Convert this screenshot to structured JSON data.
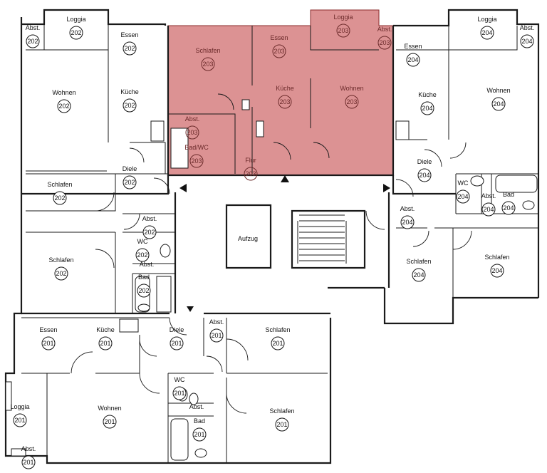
{
  "highlight_color": "#c0393b",
  "units": [
    {
      "id": "u202",
      "rooms": [
        {
          "key": "loggia202",
          "label": "Loggia",
          "num": "202"
        },
        {
          "key": "abst202a",
          "label": "Abst.",
          "num": "202"
        },
        {
          "key": "essen202",
          "label": "Essen",
          "num": "202"
        },
        {
          "key": "wohnen202",
          "label": "Wohnen",
          "num": "202"
        },
        {
          "key": "kueche202",
          "label": "Küche",
          "num": "202"
        },
        {
          "key": "diele202",
          "label": "Diele",
          "num": "202"
        },
        {
          "key": "schlafen202a",
          "label": "Schlafen",
          "num": "202"
        },
        {
          "key": "abst202b",
          "label": "Abst.",
          "num": "202"
        },
        {
          "key": "wc202",
          "label": "WC",
          "num": "202"
        },
        {
          "key": "schlafen202b",
          "label": "Schlafen",
          "num": "202"
        },
        {
          "key": "abst202c",
          "label": "Abst.",
          "num": ""
        },
        {
          "key": "bad202",
          "label": "Bad",
          "num": "202"
        }
      ]
    },
    {
      "id": "u203",
      "highlighted": true,
      "rooms": [
        {
          "key": "schlafen203",
          "label": "Schlafen",
          "num": "203"
        },
        {
          "key": "essen203",
          "label": "Essen",
          "num": "203"
        },
        {
          "key": "loggia203",
          "label": "Loggia",
          "num": "203"
        },
        {
          "key": "abst203a",
          "label": "Abst.",
          "num": "203"
        },
        {
          "key": "kueche203",
          "label": "Küche",
          "num": "203"
        },
        {
          "key": "wohnen203",
          "label": "Wohnen",
          "num": "203"
        },
        {
          "key": "abst203b",
          "label": "Abst.",
          "num": "203"
        },
        {
          "key": "badwc203",
          "label": "Bad/WC",
          "num": "203"
        },
        {
          "key": "flur203",
          "label": "Flur",
          "num": "203"
        }
      ]
    },
    {
      "id": "u204",
      "rooms": [
        {
          "key": "loggia204",
          "label": "Loggia",
          "num": "204"
        },
        {
          "key": "abst204a",
          "label": "Abst.",
          "num": "204"
        },
        {
          "key": "essen204",
          "label": "Essen",
          "num": "204"
        },
        {
          "key": "kueche204",
          "label": "Küche",
          "num": "204"
        },
        {
          "key": "wohnen204",
          "label": "Wohnen",
          "num": "204"
        },
        {
          "key": "diele204",
          "label": "Diele",
          "num": "204"
        },
        {
          "key": "wc204",
          "label": "WC",
          "num": "204"
        },
        {
          "key": "abst204b",
          "label": "Abst.",
          "num": "204"
        },
        {
          "key": "bad204",
          "label": "Bad",
          "num": "204"
        },
        {
          "key": "abst204c",
          "label": "Abst.",
          "num": "204"
        },
        {
          "key": "schlafen204a",
          "label": "Schlafen",
          "num": "204"
        },
        {
          "key": "schlafen204b",
          "label": "Schlafen",
          "num": "204"
        }
      ]
    },
    {
      "id": "u201",
      "rooms": [
        {
          "key": "essen201",
          "label": "Essen",
          "num": "201"
        },
        {
          "key": "kueche201",
          "label": "Küche",
          "num": "201"
        },
        {
          "key": "diele201",
          "label": "Diele",
          "num": "201"
        },
        {
          "key": "abst201a",
          "label": "Abst.",
          "num": "201"
        },
        {
          "key": "schlafen201a",
          "label": "Schlafen",
          "num": "201"
        },
        {
          "key": "loggia201",
          "label": "Loggia",
          "num": "201"
        },
        {
          "key": "wohnen201",
          "label": "Wohnen",
          "num": "201"
        },
        {
          "key": "wc201",
          "label": "WC",
          "num": "201"
        },
        {
          "key": "abst201b",
          "label": "Abst.",
          "num": ""
        },
        {
          "key": "bad201",
          "label": "Bad",
          "num": "201"
        },
        {
          "key": "schlafen201b",
          "label": "Schlafen",
          "num": "201"
        },
        {
          "key": "abst201c",
          "label": "Abst.",
          "num": "201"
        }
      ]
    }
  ],
  "core": {
    "aufzug": "Aufzug"
  }
}
